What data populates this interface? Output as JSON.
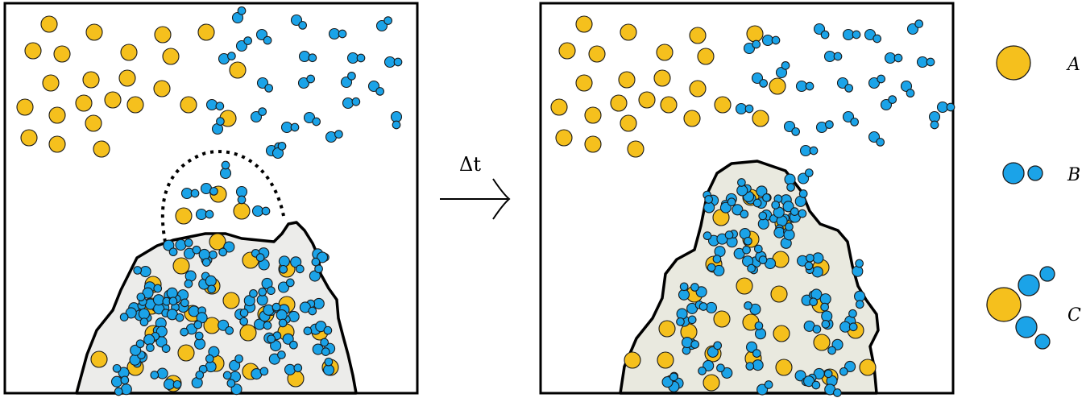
{
  "diagram": {
    "arrow_label": "Δt",
    "legend": [
      {
        "symbol": "A",
        "kind": "large-yellow-particle"
      },
      {
        "symbol": "B",
        "kind": "blue-dimer-particle"
      },
      {
        "symbol": "C",
        "kind": "yellow-particle-with-two-blue-dimers"
      }
    ],
    "colors": {
      "particle_a": "#f5c01d",
      "particle_b": "#1ba3e8",
      "outline": "#111111",
      "cluster_fill": "#ececea",
      "cluster_fill_after": "#e9e9df"
    }
  }
}
